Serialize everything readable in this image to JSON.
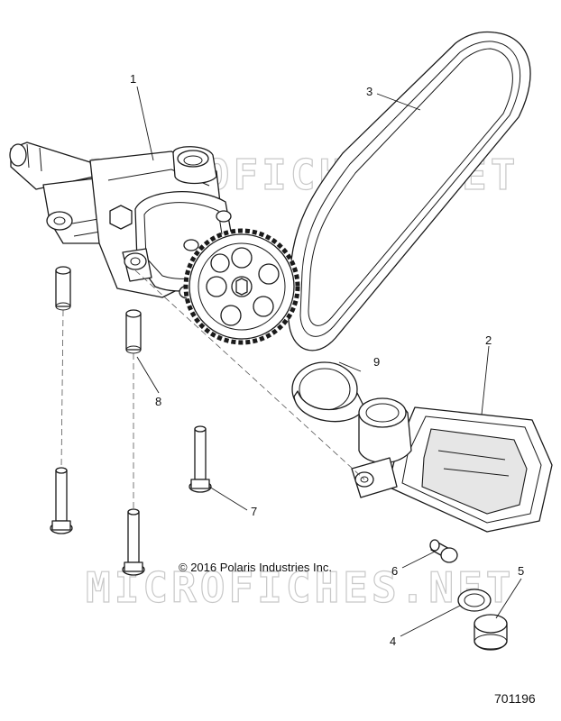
{
  "watermark": "MICROFICHES.NET",
  "copyright": "© 2016 Polaris Industries Inc.",
  "document_number": "701196",
  "callouts": {
    "c1": "1",
    "c2": "2",
    "c3": "3",
    "c4": "4",
    "c5": "5",
    "c6": "6",
    "c7": "7",
    "c8": "8",
    "c9": "9"
  },
  "colors": {
    "line": "#1a1a1a",
    "watermark": "#c8c8c8",
    "background": "#ffffff"
  }
}
